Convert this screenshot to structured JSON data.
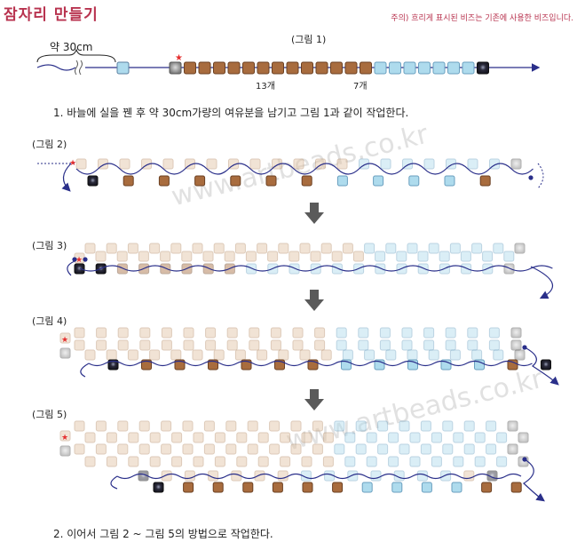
{
  "title": "잠자리 만들기",
  "note": "주의) 흐리게 표시된 비즈는 기존에 사용한 비즈입니다.",
  "figures": {
    "fig1": "(그림 1)",
    "fig2": "(그림 2)",
    "fig3": "(그림 3)",
    "fig4": "(그림 4)",
    "fig5": "(그림 5)"
  },
  "tail_length": "약 30cm",
  "counts": {
    "brown": "13개",
    "blue": "7개"
  },
  "steps": {
    "step1": "1. 바늘에 실을 꿴 후 약 30cm가량의 여유분을 남기고 그림 1과 같이 작업한다.",
    "step2": "2. 이어서 그림 2 ~ 그림 5의 방법으로 작업한다."
  },
  "watermark": "www.artbeads.co.kr",
  "bead_sequence": {
    "fig1": {
      "gray": 1,
      "brown": 13,
      "blue": 7,
      "black": 1
    },
    "fig2_bottom": {
      "black": 1,
      "brown": 6,
      "blue": 4,
      "brown_end": 1
    }
  },
  "colors": {
    "brown": "#a86c3e",
    "tan": "#e2c3a3",
    "blue": "#aedbed",
    "black": "#2a2a3a",
    "gray": "#8a8a8a",
    "thread": "#2a2f8a",
    "accent": "#b8334f",
    "star": "#e53030"
  }
}
